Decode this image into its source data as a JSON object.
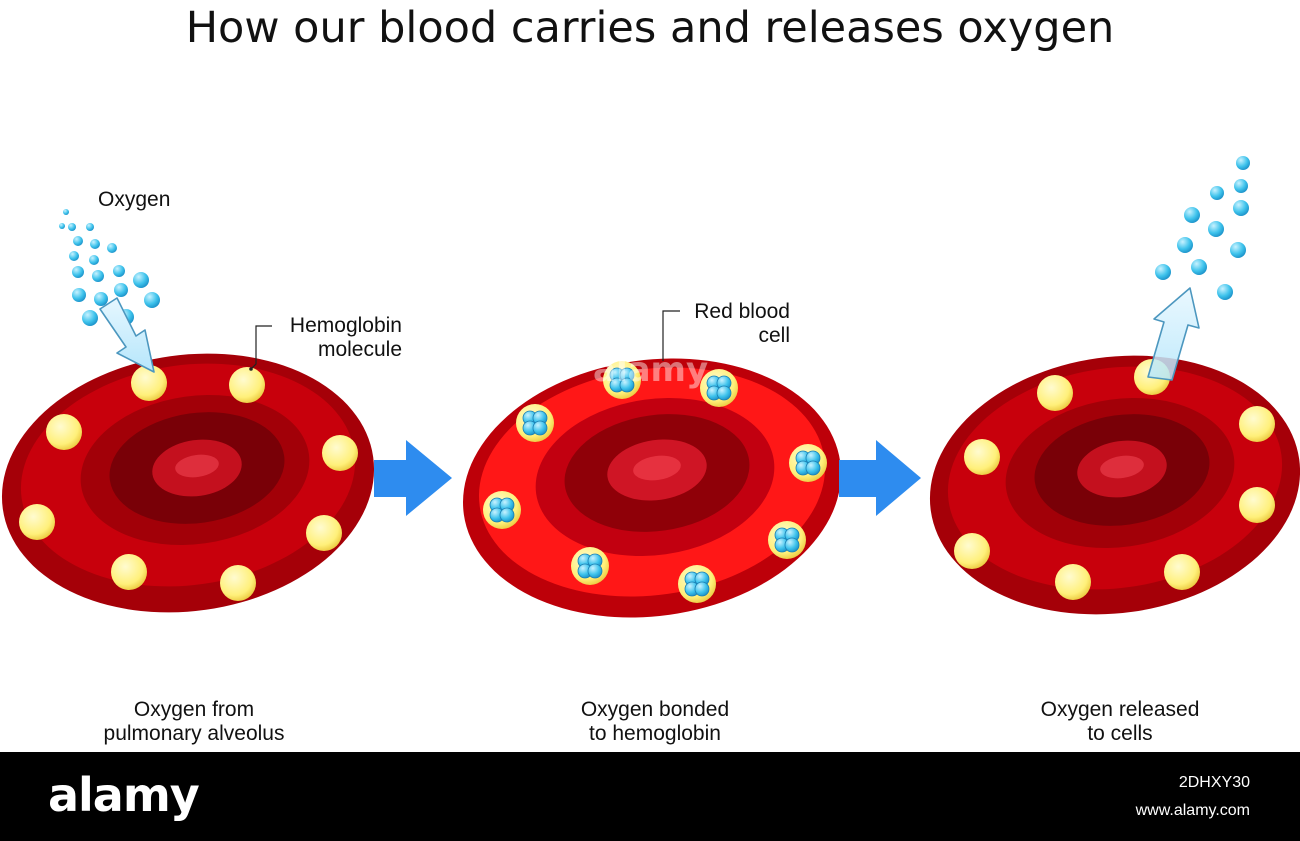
{
  "title": "How our blood carries and releases oxygen",
  "labels": {
    "oxygen": "Oxygen",
    "hemoglobin": [
      "Hemoglobin",
      "molecule"
    ],
    "red_blood_cell": [
      "Red blood",
      "cell"
    ]
  },
  "captions": [
    [
      "Oxygen from",
      "pulmonary alveolus"
    ],
    [
      "Oxygen bonded",
      "to hemoglobin"
    ],
    [
      "Oxygen released",
      "to cells"
    ]
  ],
  "footer": {
    "logo": "alamy",
    "image_id": "2DHXY30",
    "site": "www.alamy.com"
  },
  "watermark": "alamy",
  "colors": {
    "cell_outer": "#c8000c",
    "cell_ring": "#a90008",
    "cell_core": "#7a0008",
    "cell_center": "#d21625",
    "hemoglobin": "#fff27a",
    "oxygen": "#3ec3ec",
    "arrow": "#2e8cef",
    "footer": "#000000"
  }
}
